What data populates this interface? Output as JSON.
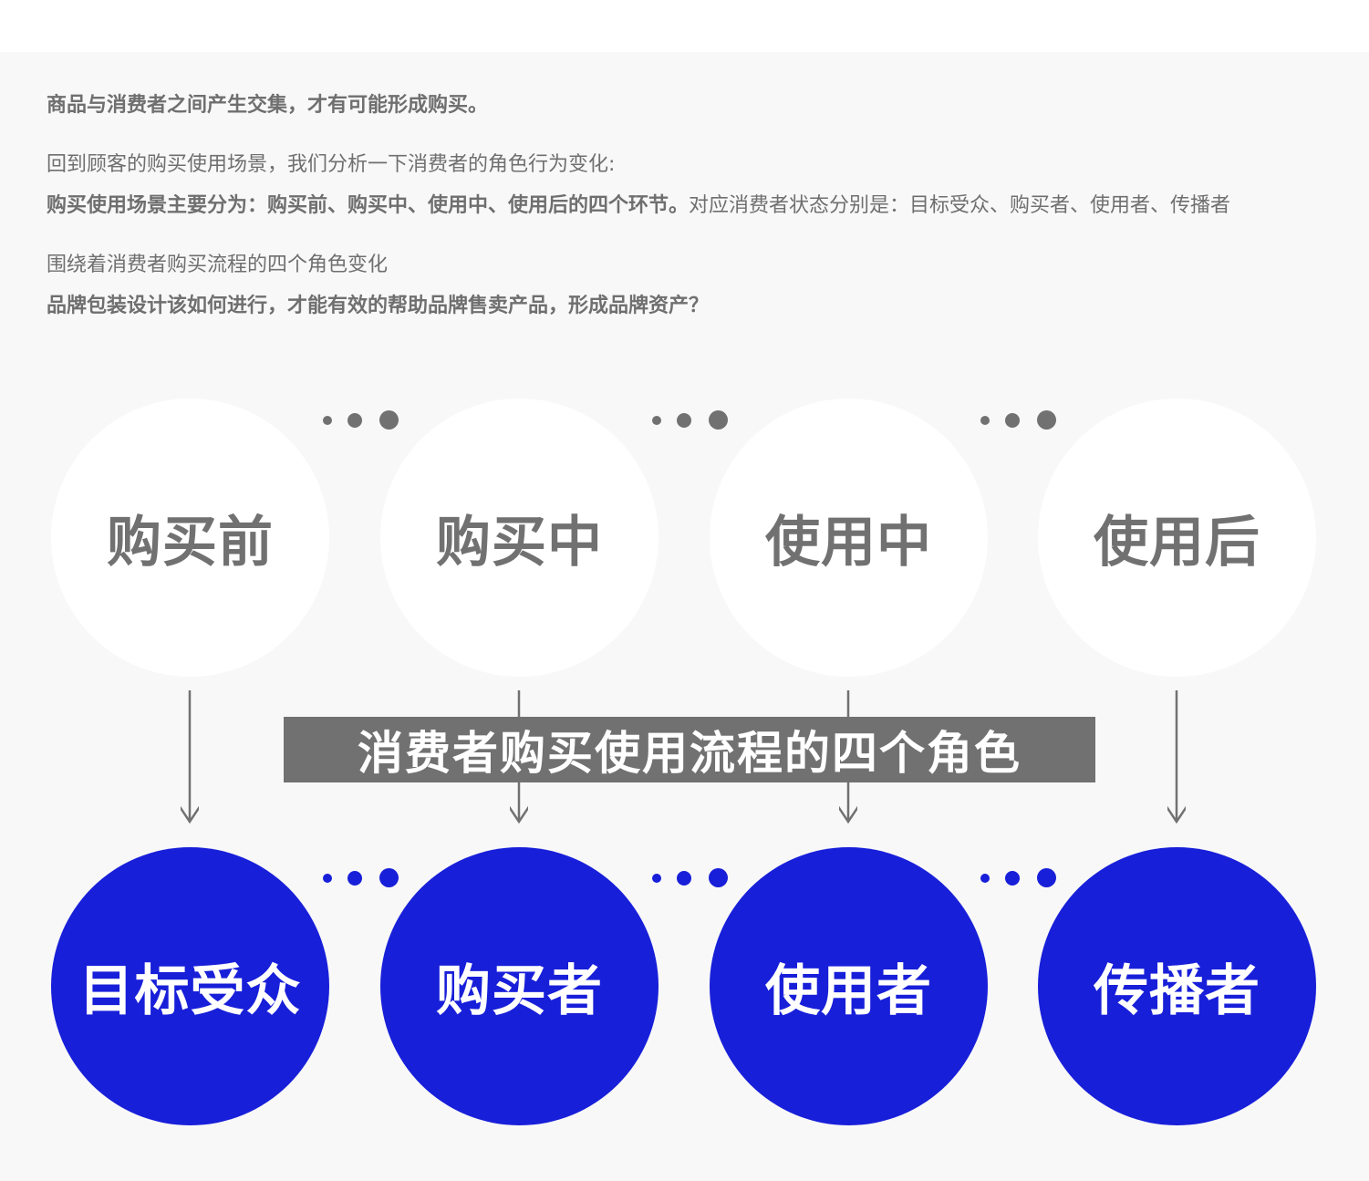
{
  "intro": {
    "line1": "商品与消费者之间产生交集，才有可能形成购买。",
    "line2": "回到顾客的购买使用场景，我们分析一下消费者的角色行为变化:",
    "line3_bold": "购买使用场景主要分为：购买前、购买中、使用中、使用后的四个环节。",
    "line3_normal": "对应消费者状态分别是：目标受众、购买者、使用者、传播者",
    "line4": "围绕着消费者购买流程的四个角色变化",
    "line5": "品牌包装设计该如何进行，才能有效的帮助品牌售卖产品，形成品牌资产？"
  },
  "stages": [
    {
      "label": "购买前"
    },
    {
      "label": "购买中"
    },
    {
      "label": "使用中"
    },
    {
      "label": "使用后"
    }
  ],
  "roles": [
    {
      "label": "目标受众"
    },
    {
      "label": "购买者"
    },
    {
      "label": "使用者"
    },
    {
      "label": "传播者"
    }
  ],
  "banner": {
    "title": "消费者购买使用流程的四个角色"
  },
  "colors": {
    "background": "#f8f8f8",
    "text_gray": "#717171",
    "role_blue": "#181fd9",
    "stage_white": "#ffffff"
  }
}
